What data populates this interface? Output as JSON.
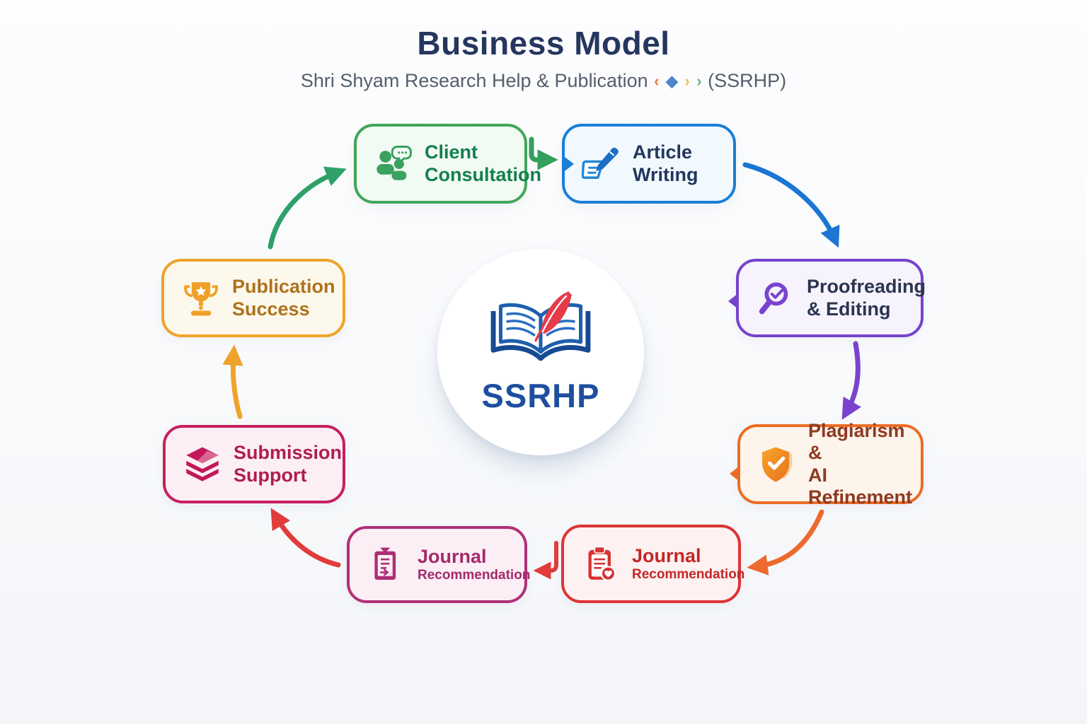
{
  "header": {
    "title": "Business Model",
    "subtitle_prefix": "Shri Shyam Research Help & Publication",
    "subtitle_suffix": "(SSRHP)",
    "glyphs": [
      "‹",
      "◆",
      "›",
      "›"
    ],
    "glyph_colors": [
      "#e8792f",
      "#4e86c6",
      "#e9c05a",
      "#5eb87c"
    ],
    "title_color": "#25365f"
  },
  "center": {
    "logo_text": "SSRHP",
    "logo_text_color": "#1d4f9e",
    "book_color": "#1d5fae",
    "feather_color": "#e63b49"
  },
  "steps": [
    {
      "id": "client-consultation",
      "line1": "Client",
      "line2": "Consultation",
      "border": "#43a65a",
      "bg": "#f2faf4",
      "text": "#14804d",
      "icon": "people-chat-icon"
    },
    {
      "id": "article-writing",
      "line1": "Article",
      "line2": "Writing",
      "border": "#1a7fd6",
      "bg": "#f2f9fe",
      "text": "#22375e",
      "icon": "pen-paper-icon"
    },
    {
      "id": "proofreading-editing",
      "line1": "Proofreading",
      "line2": "& Editing",
      "border": "#7743cd",
      "bg": "#f6f3fd",
      "text": "#2b3550",
      "icon": "magnifier-check-icon"
    },
    {
      "id": "plagiarism-ai-refinement",
      "line1": "Plagiarism &",
      "line2": "AI Refinement",
      "border": "#eb6d24",
      "bg": "#fdf4eb",
      "text": "#8f3a22",
      "icon": "shield-check-icon"
    },
    {
      "id": "journal-recommendation-right",
      "line1": "Journal",
      "line2": "Recommendation",
      "border": "#dc3434",
      "bg": "#fdf1f1",
      "text": "#c32727",
      "icon": "clipboard-heart-icon"
    },
    {
      "id": "journal-recommendation-left",
      "line1": "Journal",
      "line2": "Recommendation",
      "border": "#b03077",
      "bg": "#fbeef5",
      "text": "#a32a6d",
      "icon": "clipboard-arrow-icon"
    },
    {
      "id": "submission-support",
      "line1": "Submission",
      "line2": "Support",
      "border": "#c7205f",
      "bg": "#fceff4",
      "text": "#b01d4e",
      "icon": "layers-icon"
    },
    {
      "id": "publication-success",
      "line1": "Publication",
      "line2": "Success",
      "border": "#efa32c",
      "bg": "#fdf8ec",
      "text": "#ad721d",
      "icon": "trophy-icon"
    }
  ],
  "flow": [
    {
      "from": "Client Consultation",
      "to": "Article Writing",
      "color": "#34a05c"
    },
    {
      "from": "Article Writing",
      "to": "Proofreading & Editing",
      "color": "#1a76d2"
    },
    {
      "from": "Proofreading & Editing",
      "to": "Plagiarism & AI Refinement",
      "color": "#7a43cf"
    },
    {
      "from": "Plagiarism & AI Refinement",
      "to": "Journal Recommendation (right)",
      "color": "#ed6a2e"
    },
    {
      "from": "Journal Recommendation (right)",
      "to": "Journal Recommendation (left)",
      "color": "#e23b3b"
    },
    {
      "from": "Journal Recommendation (left)",
      "to": "Submission Support",
      "color": "#e23b3b"
    },
    {
      "from": "Submission Support",
      "to": "Publication Success",
      "color": "#f0a32b"
    },
    {
      "from": "Publication Success",
      "to": "Client Consultation",
      "color": "#2fa06a"
    }
  ]
}
